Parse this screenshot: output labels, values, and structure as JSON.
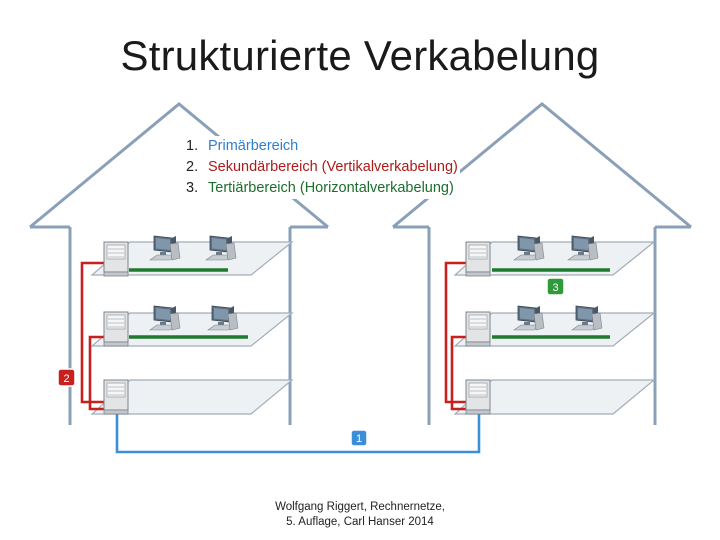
{
  "title": "Strukturierte Verkabelung",
  "legend": [
    {
      "number": "1.",
      "label": "Primärbereich"
    },
    {
      "number": "2.",
      "label": "Sekundärbereich (Vertikalverkabelung)"
    },
    {
      "number": "3.",
      "label": "Tertiärbereich (Horizontalverkabelung)"
    }
  ],
  "badges": {
    "primary": "1",
    "secondary": "2",
    "tertiary": "3"
  },
  "credit": {
    "line1": "Wolfgang Riggert, Rechnernetze,",
    "line2": "5. Auflage, Carl Hanser 2014"
  },
  "colors": {
    "primary": "#3a8fd8",
    "secondary": "#c8201e",
    "tertiary": "#2e9a3a",
    "building_outline": "#8aa0b8",
    "floor_fill": "#eef1f4",
    "floor_stroke": "#a2acb6"
  },
  "icons": [
    "rack-icon",
    "computer-icon"
  ]
}
